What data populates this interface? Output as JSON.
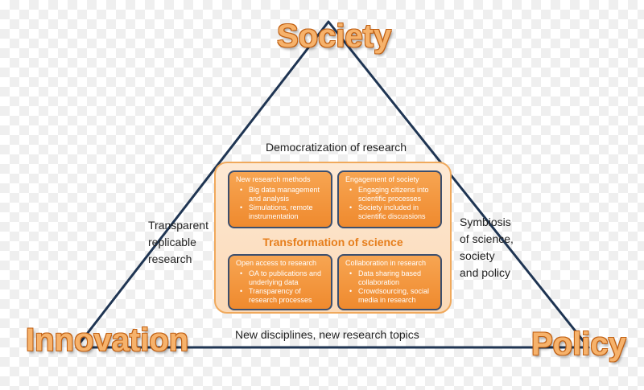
{
  "corners": {
    "top": "Society",
    "left": "Innovation",
    "right": "Policy"
  },
  "edges": {
    "top_inner": "Democratization of research",
    "left_lines": [
      "Transparent",
      "replicable",
      "research"
    ],
    "right_lines": [
      "Symbiosis",
      "of science,",
      "society",
      "and policy"
    ],
    "bottom": "New disciplines, new research topics"
  },
  "center": {
    "title": "Transformation of science",
    "boxes": [
      {
        "heading": "New research methods",
        "items": [
          "Big data management and analysis",
          "Simulations, remote instrumentation"
        ]
      },
      {
        "heading": "Engagement of society",
        "items": [
          "Engaging citizens into scientific processes",
          "Society included in scientific discussions"
        ]
      },
      {
        "heading": "Open access to research",
        "items": [
          "OA to publications and underlying data",
          "Transparency of research processes"
        ]
      },
      {
        "heading": "Collaboration in research",
        "items": [
          "Data sharing based collaboration",
          "Crowdsourcing, social media in research"
        ]
      }
    ]
  },
  "colors": {
    "triangle_line": "#1f3553",
    "box_fill": "#ef8a2e",
    "box_border": "#3c4f6e",
    "panel_fill": "#fde9d4",
    "title_color": "#e67e1c"
  }
}
